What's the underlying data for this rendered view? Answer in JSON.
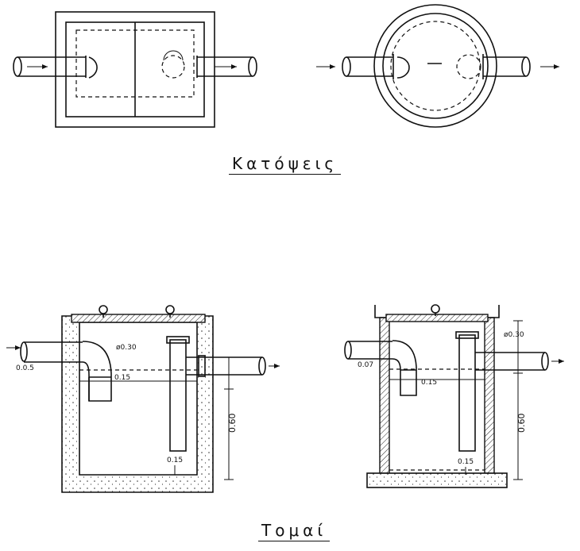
{
  "captions": {
    "plans": "Κατόψεις",
    "sections": "Τομαί"
  },
  "labels": {
    "left_inlet_pipe_dim": "ø0.30",
    "left_inlet_offset": "0.0.5",
    "left_water_depth": "0.15",
    "left_outlet_gap": "0.15",
    "left_total_height": "0.60",
    "right_inlet_pipe_dim": "ø0.30",
    "right_inlet_offset": "0.07",
    "right_water_depth": "0.15",
    "right_outlet_gap": "0.15",
    "right_total_height": "0.60"
  }
}
